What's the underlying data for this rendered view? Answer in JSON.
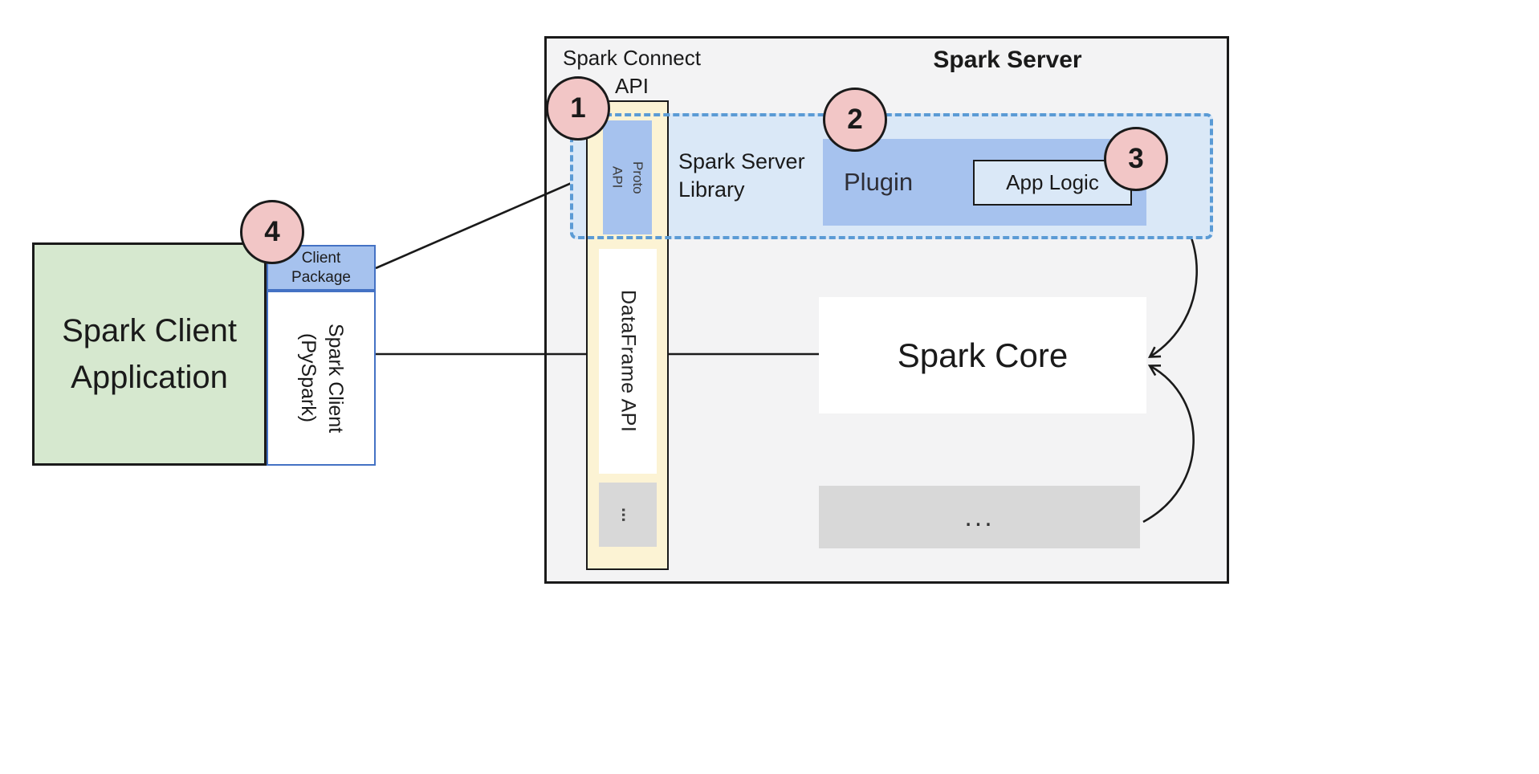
{
  "colors": {
    "blue": "#a6c2ee",
    "blue-light": "#dae8f7",
    "dash-blue": "#5b9bd5",
    "blue-border": "#4472c4",
    "cream": "#fcf3d4",
    "green": "#d6e8cf",
    "gray": "#d8d8d8",
    "pink": "#f2c6c6",
    "server-bg": "#f3f3f4",
    "ink": "#1a1a1a"
  },
  "client": {
    "application_label": "Spark Client\nApplication",
    "package_label": "Client\nPackage",
    "pyspark_label": "Spark Client\n(PySpark)"
  },
  "server": {
    "title": "Spark Server",
    "connect_api_label": "Spark Connect\nAPI",
    "proto_api_label": "Proto\nAPI",
    "dataframe_api_label": "DataFrame API",
    "api_column_more": "...",
    "library_label": "Spark Server\nLibrary",
    "plugin_label": "Plugin",
    "app_logic_label": "App Logic",
    "core_label": "Spark Core",
    "core_more": "..."
  },
  "badges": {
    "b1": "1",
    "b2": "2",
    "b3": "3",
    "b4": "4"
  }
}
